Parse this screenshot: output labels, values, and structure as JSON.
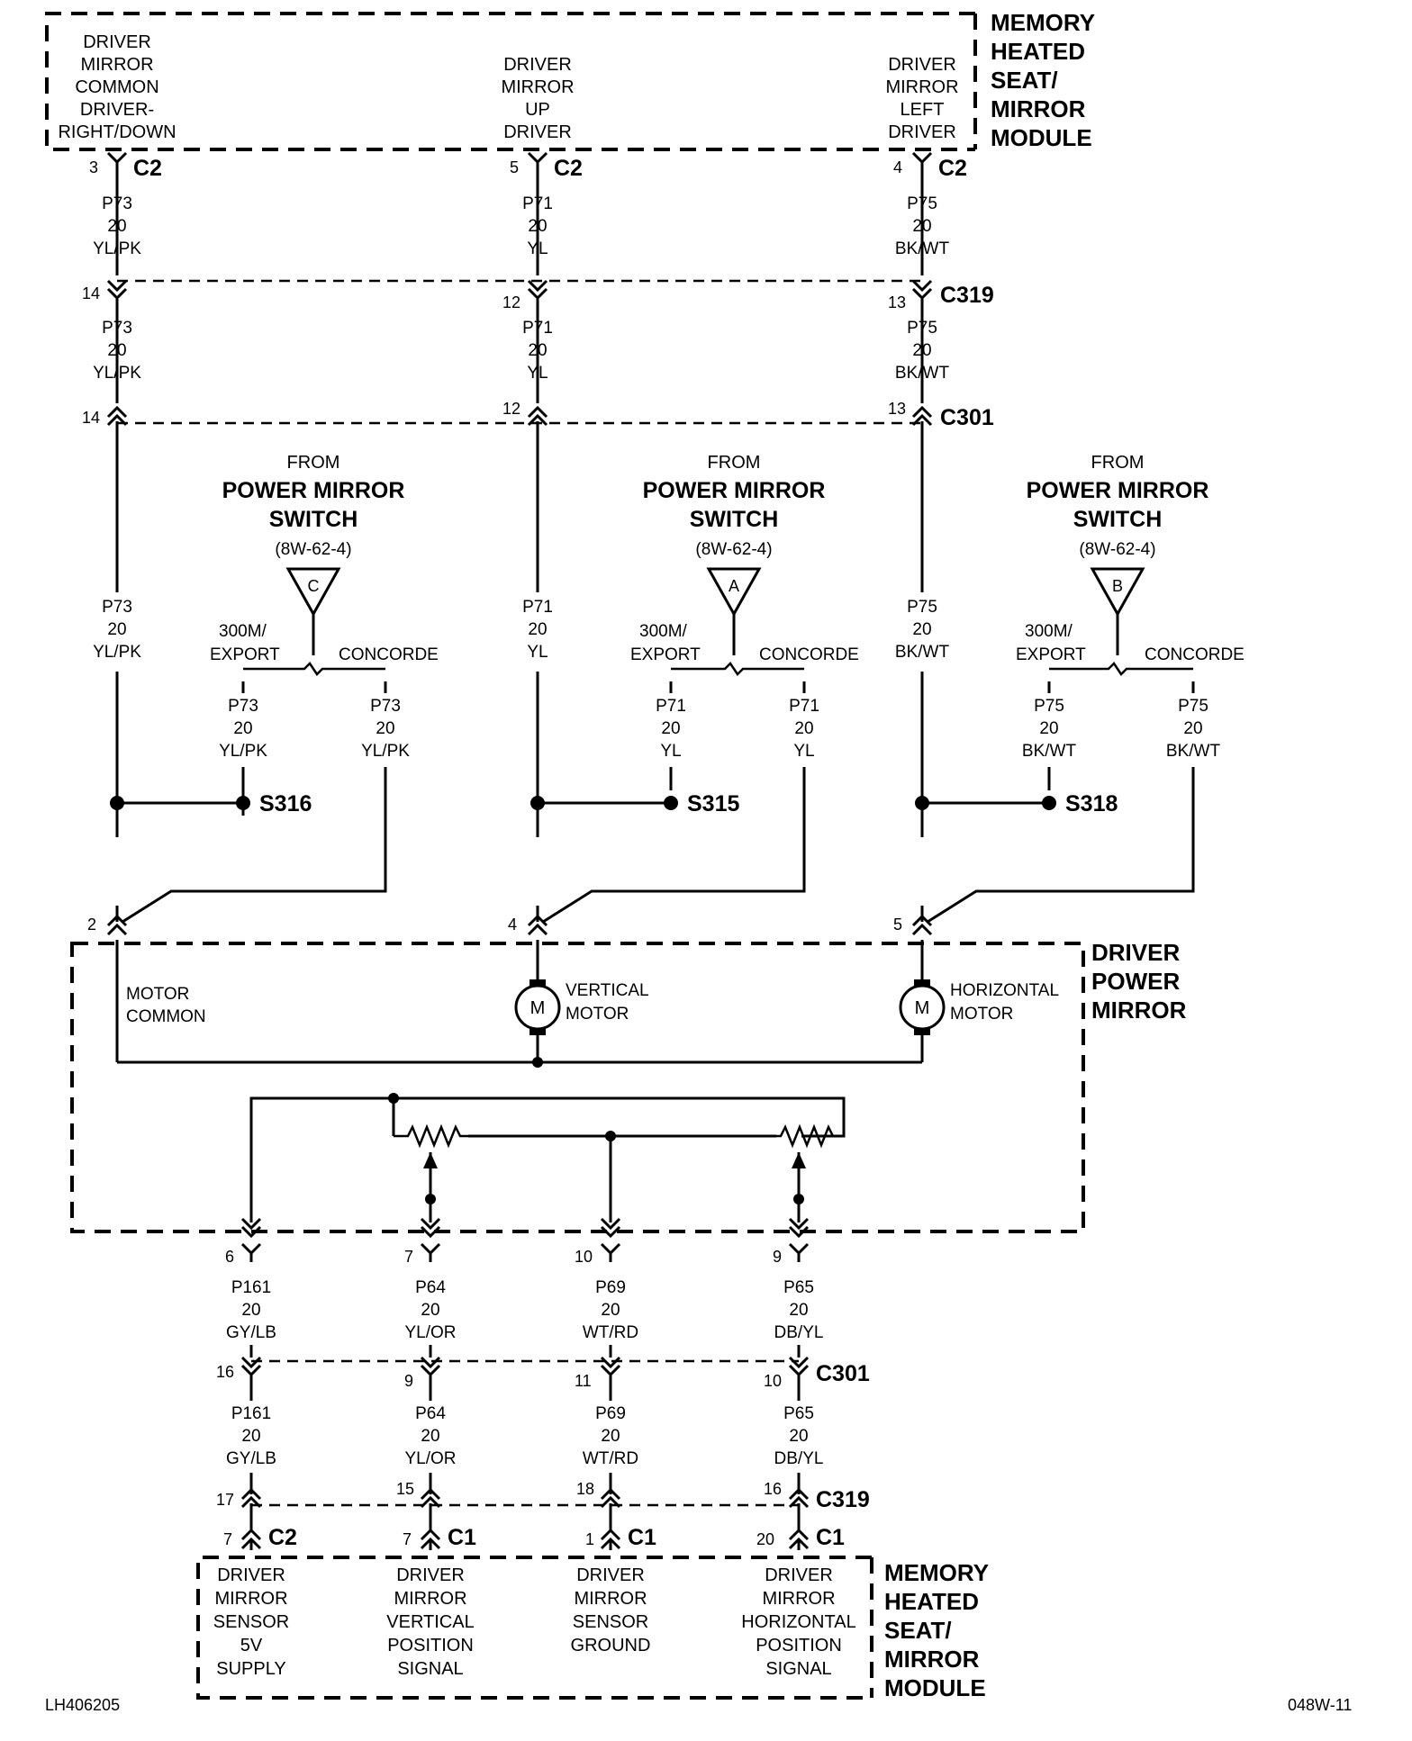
{
  "modules": {
    "top_module": [
      "MEMORY",
      "HEATED",
      "SEAT/",
      "MIRROR",
      "MODULE"
    ],
    "top_outputs": [
      [
        "DRIVER",
        "MIRROR",
        "COMMON",
        "DRIVER-",
        "RIGHT/DOWN"
      ],
      [
        "DRIVER",
        "MIRROR",
        "UP",
        "DRIVER"
      ],
      [
        "DRIVER",
        "MIRROR",
        "LEFT",
        "DRIVER"
      ]
    ],
    "mirror": [
      "DRIVER",
      "POWER",
      "MIRROR"
    ],
    "bottom_module": [
      "MEMORY",
      "HEATED",
      "SEAT/",
      "MIRROR",
      "MODULE"
    ],
    "bottom_inputs": [
      [
        "DRIVER",
        "MIRROR",
        "SENSOR",
        "5V",
        "SUPPLY"
      ],
      [
        "DRIVER",
        "MIRROR",
        "VERTICAL",
        "POSITION",
        "SIGNAL"
      ],
      [
        "DRIVER",
        "MIRROR",
        "SENSOR",
        "GROUND"
      ],
      [
        "DRIVER",
        "MIRROR",
        "HORIZONTAL",
        "POSITION",
        "SIGNAL"
      ]
    ]
  },
  "connectors": {
    "c2": "C2",
    "c1": "C1",
    "c319": "C319",
    "c301": "C301"
  },
  "top_pins": {
    "c2": [
      "3",
      "5",
      "4"
    ],
    "c319": [
      "14",
      "12",
      "13"
    ],
    "c301": [
      "14",
      "12",
      "13"
    ],
    "mirror": [
      "2",
      "4",
      "5"
    ]
  },
  "bottom_pins": {
    "mirror": [
      "6",
      "7",
      "10",
      "9"
    ],
    "c301": [
      "16",
      "9",
      "11",
      "10"
    ],
    "c319": [
      "17",
      "15",
      "18",
      "16"
    ],
    "module": [
      "7",
      "7",
      "1",
      "20"
    ]
  },
  "wires": {
    "p73": [
      "P73",
      "20",
      "YL/PK"
    ],
    "p71": [
      "P71",
      "20",
      "YL"
    ],
    "p75": [
      "P75",
      "20",
      "BK/WT"
    ],
    "p161": [
      "P161",
      "20",
      "GY/LB"
    ],
    "p64": [
      "P64",
      "20",
      "YL/OR"
    ],
    "p69": [
      "P69",
      "20",
      "WT/RD"
    ],
    "p65": [
      "P65",
      "20",
      "DB/YL"
    ]
  },
  "switch_refs": {
    "from": "FROM",
    "name": [
      "POWER MIRROR",
      "SWITCH"
    ],
    "page": "(8W-62-4)",
    "letters": [
      "C",
      "A",
      "B"
    ],
    "variant_left": [
      "300M/",
      "EXPORT"
    ],
    "variant_right": "CONCORDE"
  },
  "splices": [
    "S316",
    "S315",
    "S318"
  ],
  "motors": {
    "symbol": "M",
    "common": [
      "MOTOR",
      "COMMON"
    ],
    "vertical": [
      "VERTICAL",
      "MOTOR"
    ],
    "horizontal": [
      "HORIZONTAL",
      "MOTOR"
    ]
  },
  "footer": {
    "left_code": "LH406205",
    "right_code": "048W-11"
  }
}
